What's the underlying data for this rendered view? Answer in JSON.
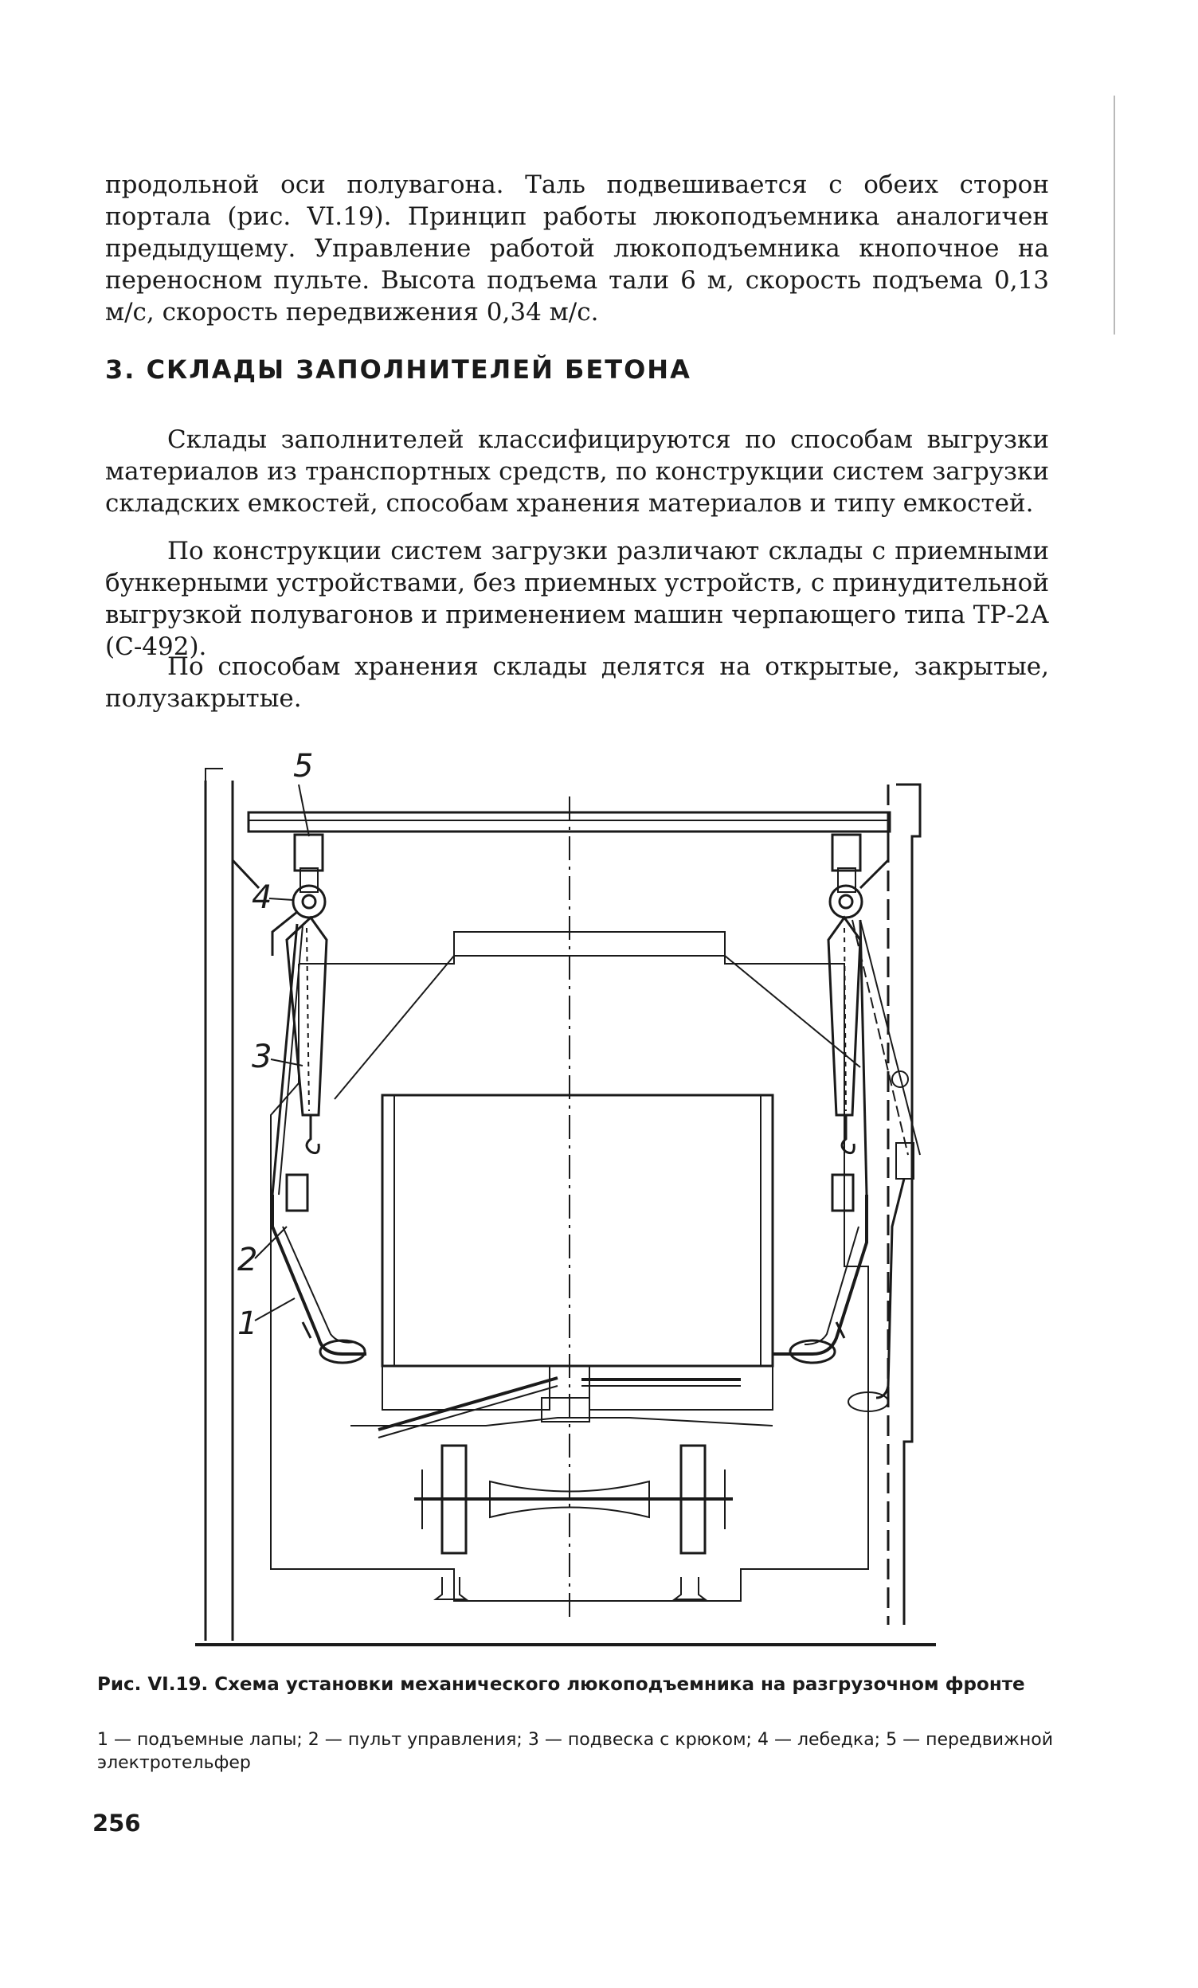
{
  "body": {
    "intro_paragraph": "продольной оси полувагона. Таль подвешивается с обеих сторон портала (рис. VI.19). Принцип работы люкоподъемника аналогичен предыдущему. Управление работой люкоподъемника кнопочное на переносном пульте. Высота подъема тали 6 м, скорость подъема 0,13 м/с, скорость передвижения 0,34 м/с.",
    "section_heading": "3. СКЛАДЫ ЗАПОЛНИТЕЛЕЙ БЕТОНА",
    "paragraphs": [
      "Склады заполнителей классифицируются по способам выгрузки материалов из транспортных средств, по конструкции систем загрузки складских емкостей, способам хранения материалов и типу емкостей.",
      "По конструкции систем загрузки различают склады с приемными бункерными устройствами, без приемных устройств, с принудительной выгрузкой полувагонов и применением машин черпающего типа ТР-2А (С-492).",
      "По способам хранения склады делятся на открытые, закрытые, полузакрытые."
    ]
  },
  "figure": {
    "labels": [
      "5",
      "4",
      "3",
      "2",
      "1"
    ]
  },
  "caption": {
    "title": "Рис. VI.19. Схема установки механического люкоподъемника на разгрузочном фронте",
    "legend": "1 — подъемные лапы; 2 — пульт управления; 3 — подвеска с крюком; 4 — лебедка; 5 — передвижной электротельфер"
  },
  "page_number": "256"
}
